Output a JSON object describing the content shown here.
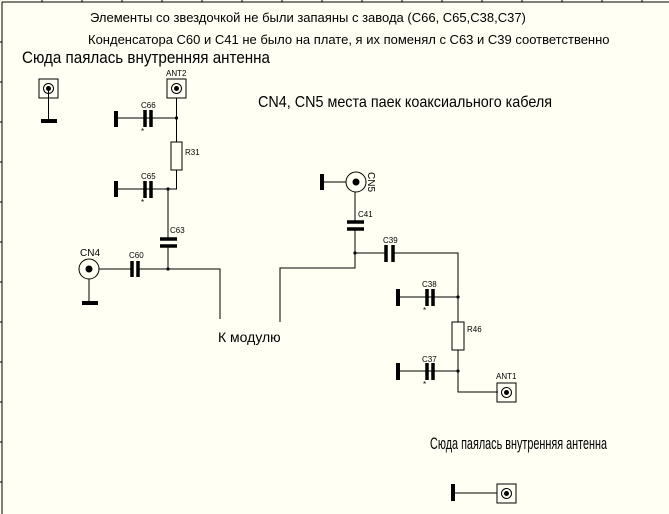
{
  "notes": {
    "line1": "Элементы со звездочкой не были запаяны с завода (С66, С65,С38,С37)",
    "line2": "Конденсатора С60 и С41 не было на плате, я их поменял с С63 и С39 соответственно",
    "coax_note": "CN4, CN5 места паек коаксиального кабеля",
    "internal_antenna_top": "Сюда паялась внутренняя антенна",
    "internal_antenna_bottom": "Сюда паялась внутренняя антенна",
    "to_module": "К модулю"
  },
  "components": {
    "ant2": "ANT2",
    "c66": "C66",
    "r31": "R31",
    "c65": "C65",
    "c63": "C63",
    "cn4": "CN4",
    "c60": "C60",
    "cn5": "CN5",
    "c41": "C41",
    "c39": "C39",
    "c38": "C38",
    "r46": "R46",
    "c37": "C37",
    "ant1": "ANT1",
    "star": "*"
  },
  "colors": {
    "background": "#fffff4",
    "ink": "#000000"
  }
}
